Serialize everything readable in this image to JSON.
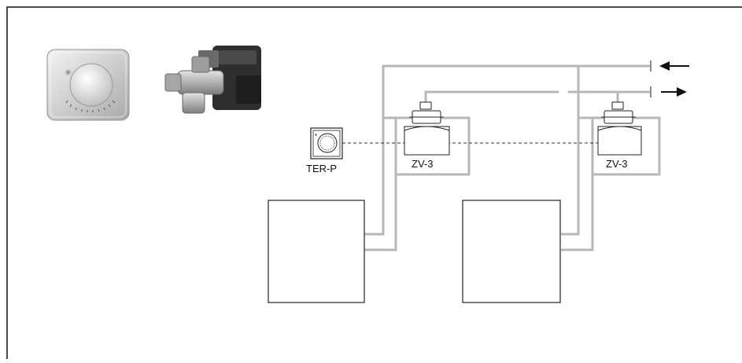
{
  "labels": {
    "thermostat": "TER-P",
    "valve_left": "ZV-3",
    "valve_right": "ZV-3"
  },
  "arrows": {
    "top": "left",
    "bottom": "right"
  },
  "colors": {
    "pipe": "#b7b7b7",
    "frame": "#4a4a4a",
    "line": "#222222",
    "signal": "#333333"
  }
}
